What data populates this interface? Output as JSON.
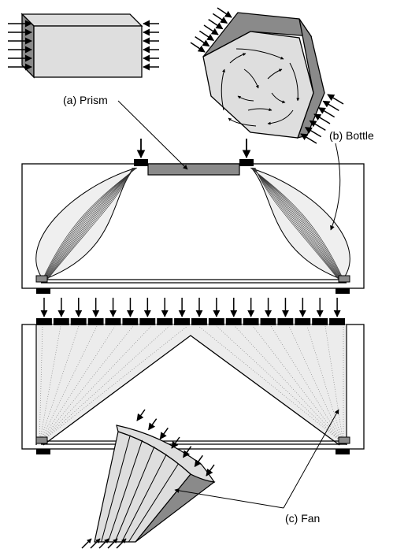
{
  "labels": {
    "prism": "(a) Prism",
    "bottle": "(b) Bottle",
    "fan": "(c) Fan"
  },
  "colors": {
    "stroke": "#000000",
    "light_fill": "#dedede",
    "panel_fill": "#eeeeee",
    "dark_fill": "#8a8a8a",
    "block": "#000000"
  }
}
